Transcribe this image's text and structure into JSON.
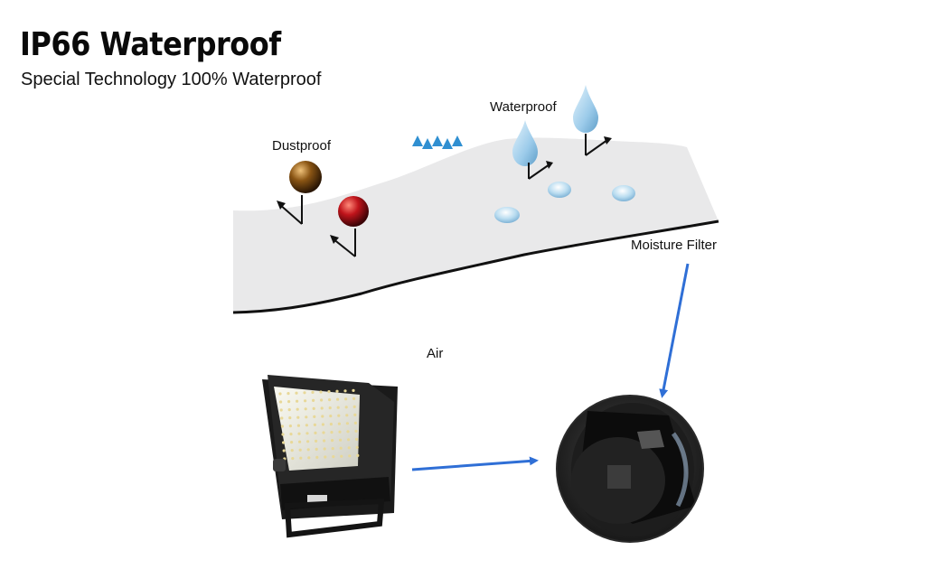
{
  "header": {
    "title": "IP66 Waterproof",
    "subtitle": "Special Technology 100% Waterproof"
  },
  "diagram": {
    "labels": {
      "dustproof": "Dustproof",
      "waterproof": "Waterproof",
      "moisture_filter": "Moisture Filter",
      "air": "Air"
    }
  },
  "colors": {
    "membrane": "#e9e9ea",
    "membrane_edge": "#111111",
    "air_arrow": "#2f8fd1",
    "pointer_arrow": "#2f6fd6",
    "dust_brown": "#7a4a12",
    "dust_red": "#b0151a",
    "water_drop": "#a8d3ee"
  },
  "images": {
    "floodlight": "led-floodlight-photo",
    "filter_closeup": "moisture-filter-closeup-photo"
  }
}
